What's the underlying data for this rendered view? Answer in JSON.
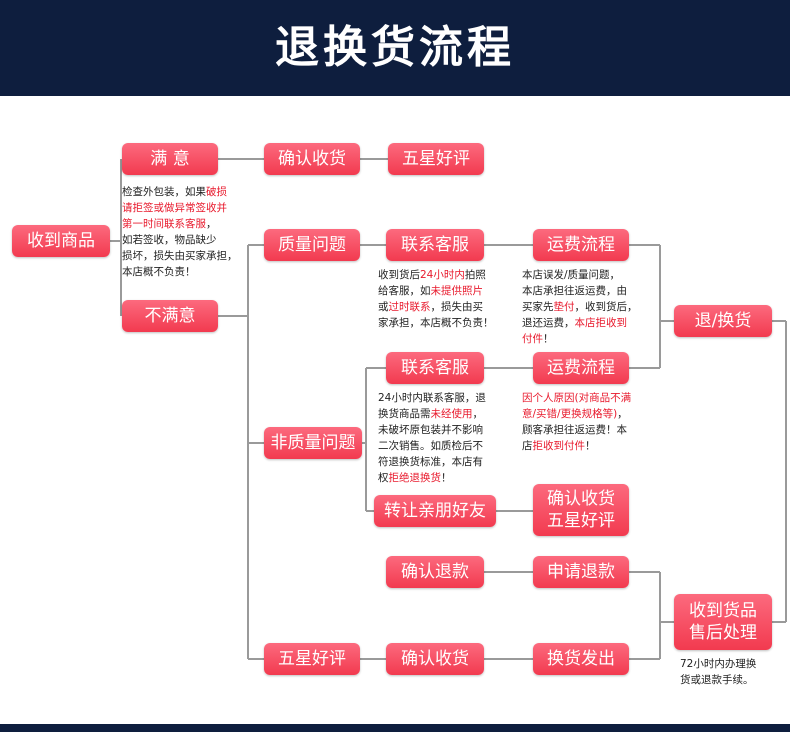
{
  "title": "退换货流程",
  "colors": {
    "header_bg": "#0e1e3e",
    "node_red": "#f23a4f",
    "highlight": "#e8192c",
    "line": "#9a9a9a"
  },
  "nodes": {
    "received": "收到商品",
    "satisfied": "满 意",
    "confirm_receipt_top": "确认收货",
    "five_star_top": "五星好评",
    "not_satisfied": "不满意",
    "quality_issue": "质量问题",
    "contact_service_1": "联系客服",
    "shipping_flow_1": "运费流程",
    "return_exchange": "退/换货",
    "non_quality_issue": "非质量问题",
    "contact_service_2": "联系客服",
    "shipping_flow_2": "运费流程",
    "transfer_friends": "转让亲朋好友",
    "confirm_five_star": "确认收货\n五星好评",
    "confirm_refund": "确认退款",
    "apply_refund": "申请退款",
    "after_sale": "收到货品\n售后处理",
    "five_star_bottom": "五星好评",
    "confirm_receipt_bottom": "确认收货",
    "exchange_ship": "换货发出"
  },
  "notes": {
    "inspect": [
      [
        {
          "t": "检查外包装，如果"
        },
        {
          "t": "破损",
          "hl": true
        }
      ],
      [
        {
          "t": "请拒签或做异常签收并",
          "hl": true
        }
      ],
      [
        {
          "t": "第一时间联系客服",
          "hl": true
        },
        {
          "t": "，"
        }
      ],
      [
        {
          "t": "如若签收，物品缺少"
        }
      ],
      [
        {
          "t": "损坏，损失由买家承担，"
        }
      ],
      [
        {
          "t": "本店概不负责！"
        }
      ]
    ],
    "quality_contact": [
      [
        {
          "t": "收到货后"
        },
        {
          "t": "24小时内",
          "hl": true
        },
        {
          "t": "拍照"
        }
      ],
      [
        {
          "t": "给客服，如"
        },
        {
          "t": "未提供照片",
          "hl": true
        }
      ],
      [
        {
          "t": "或"
        },
        {
          "t": "过时联系",
          "hl": true
        },
        {
          "t": "，损失由买"
        }
      ],
      [
        {
          "t": "家承担，本店概不负责！"
        }
      ]
    ],
    "quality_shipping": [
      [
        {
          "t": "本店误发/质量问题，"
        }
      ],
      [
        {
          "t": "本店承担往返运费，由"
        }
      ],
      [
        {
          "t": "买家先"
        },
        {
          "t": "垫付",
          "hl": true
        },
        {
          "t": "，收到货后，"
        }
      ],
      [
        {
          "t": "退还运费，"
        },
        {
          "t": "本店拒收到",
          "hl": true
        }
      ],
      [
        {
          "t": "付件",
          "hl": true
        },
        {
          "t": "！"
        }
      ]
    ],
    "nonquality_contact": [
      [
        {
          "t": "24小时内联系客服，退"
        }
      ],
      [
        {
          "t": "换货商品需"
        },
        {
          "t": "未经使用",
          "hl": true
        },
        {
          "t": "，"
        }
      ],
      [
        {
          "t": "未破坏原包装并不影响"
        }
      ],
      [
        {
          "t": "二次销售。如质检后不"
        }
      ],
      [
        {
          "t": "符退换货标准，本店有"
        }
      ],
      [
        {
          "t": "权"
        },
        {
          "t": "拒绝退换货",
          "hl": true
        },
        {
          "t": "！"
        }
      ]
    ],
    "nonquality_shipping": [
      [
        {
          "t": "因个人原因(对商品不满",
          "hl": true
        }
      ],
      [
        {
          "t": "意/买错/更换规格等)",
          "hl": true
        },
        {
          "t": "，"
        }
      ],
      [
        {
          "t": "顾客承担往返运费！本"
        }
      ],
      [
        {
          "t": "店"
        },
        {
          "t": "拒收到付件",
          "hl": true
        },
        {
          "t": "！"
        }
      ]
    ],
    "after_sale": [
      [
        {
          "t": "72小时内办理换"
        }
      ],
      [
        {
          "t": "货或退款手续。"
        }
      ]
    ]
  }
}
